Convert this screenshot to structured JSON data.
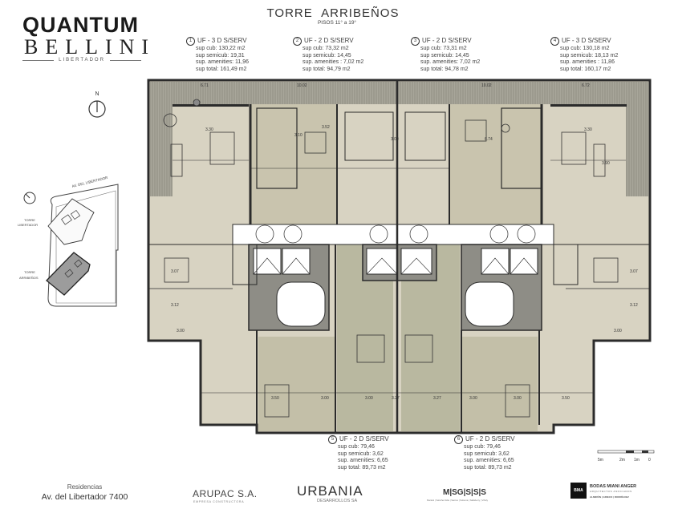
{
  "brand": {
    "line1": "QUANTUM",
    "line2": "BELLINI",
    "line3": "LIBERTADOR"
  },
  "header": {
    "title_a": "TORRE",
    "title_b": "ARRIBEÑOS",
    "subtitle": "PISOS 11° a 19°"
  },
  "north_label": "N",
  "units": [
    {
      "num": "1",
      "type": "UF - 3 D S/SERV",
      "cub": "sup cub: 130,22 m2",
      "semicub": "sup semicub: 19,31",
      "amenities": "sup. amenities: 11,96",
      "total": "sup total: 161,49 m2"
    },
    {
      "num": "2",
      "type": "UF - 2 D S/SERV",
      "cub": "sup cub: 73,32 m2",
      "semicub": "sup semicub: 14,45",
      "amenities": "sup. amenities : 7,02 m2",
      "total": "sup total: 94,79 m2"
    },
    {
      "num": "3",
      "type": "UF - 2 D S/SERV",
      "cub": "sup cub: 73,31 m2",
      "semicub": "sup semicub: 14,45",
      "amenities": "sup. amenities: 7,02 m2",
      "total": "sup total: 94,78 m2"
    },
    {
      "num": "4",
      "type": "UF - 3 D S/SERV",
      "cub": "sup cub: 130,18 m2",
      "semicub": "sup semicub: 18,13 m2",
      "amenities": "sup. amenities : 11,86",
      "total": "sup total: 160,17 m2"
    },
    {
      "num": "5",
      "type": "UF - 2 D S/SERV",
      "cub": "sup cub: 79,46",
      "semicub": "sup semicub: 3,62",
      "amenities": "sup. amenities: 6,65",
      "total": "sup total: 89,73 m2"
    },
    {
      "num": "6",
      "type": "UF - 2 D S/SERV",
      "cub": "sup cub: 79,46",
      "semicub": "sup semicub: 3,62",
      "amenities": "sup. amenities: 6,65",
      "total": "sup total: 89,73 m2"
    }
  ],
  "plan": {
    "top_dims": [
      "6.71",
      "10.02",
      "10.02",
      "6.72"
    ],
    "room_dims": [
      "3.30",
      "3.10",
      "3.52",
      "3.00",
      "6.74",
      "3.30",
      "3.90",
      "3.07",
      "3.12",
      "3.00",
      "3.07",
      "3.12",
      "3.00",
      "3.50",
      "3.00",
      "3.00",
      "3.27",
      "3.27",
      "3.00",
      "3.00",
      "3.50"
    ]
  },
  "site": {
    "street": "AV. DEL LIBERTADOR",
    "tower1": [
      "TORRE",
      "LIBERTADOR"
    ],
    "tower2": [
      "TORRE",
      "ARRIBEÑOS"
    ]
  },
  "scale": [
    "5m",
    "2m",
    "1m",
    "0"
  ],
  "footer": {
    "res": "Residencias",
    "address": "Av. del Libertador  7400",
    "arupac": "ARUPAC S.A.",
    "arupac_sub": "EMPRESA CONSTRUCTORA",
    "urbania": "URBANIA",
    "urbania_sub": "DESARROLLOS SA",
    "msgsss": "M|SG|S|S|S",
    "msgsss_sub": "Mariani | Sánchez Elía | Santos | Solsona | Sallaberry | Viñoly",
    "bma_box": "BMA",
    "bma": "BODAS MIANI ANGER",
    "bma_sub": "ARQUITECTOS ASOCIADOS",
    "bma_sub2": "ALMIRÓN | GRIECO | RODRÍGUEZ"
  },
  "colors": {
    "unit_light": "#d8d3c2",
    "unit_mid": "#c9c4ae",
    "unit_olive": "#b9b8a0",
    "terrace": "#a8a69a",
    "wall": "#2b2b2b"
  }
}
